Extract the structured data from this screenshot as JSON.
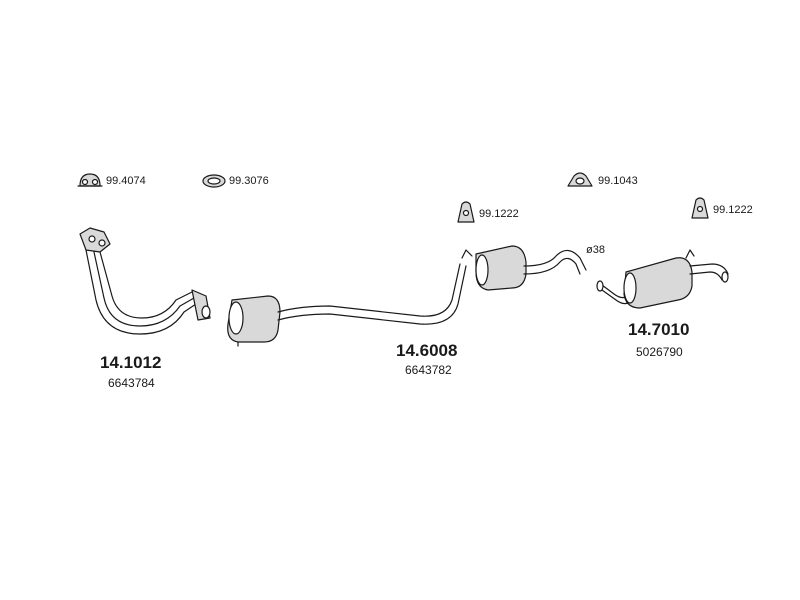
{
  "accessories": [
    {
      "id": "clamp",
      "code": "99.4074"
    },
    {
      "id": "gasket",
      "code": "99.3076"
    },
    {
      "id": "hanger_front",
      "code": "99.1043"
    },
    {
      "id": "rubber_mount_mid",
      "code": "99.1222"
    },
    {
      "id": "rubber_mount_rear",
      "code": "99.1222"
    }
  ],
  "parts": [
    {
      "id": "front_pipe",
      "code": "14.1012",
      "oem": "6643784"
    },
    {
      "id": "middle_silencer",
      "code": "14.6008",
      "oem": "6643782"
    },
    {
      "id": "rear_silencer",
      "code": "14.7010",
      "oem": "5026790"
    }
  ],
  "diameter_label": "ø38",
  "colors": {
    "line": "#1a1a1a",
    "shade": "#d9d9d9",
    "background": "#ffffff"
  }
}
